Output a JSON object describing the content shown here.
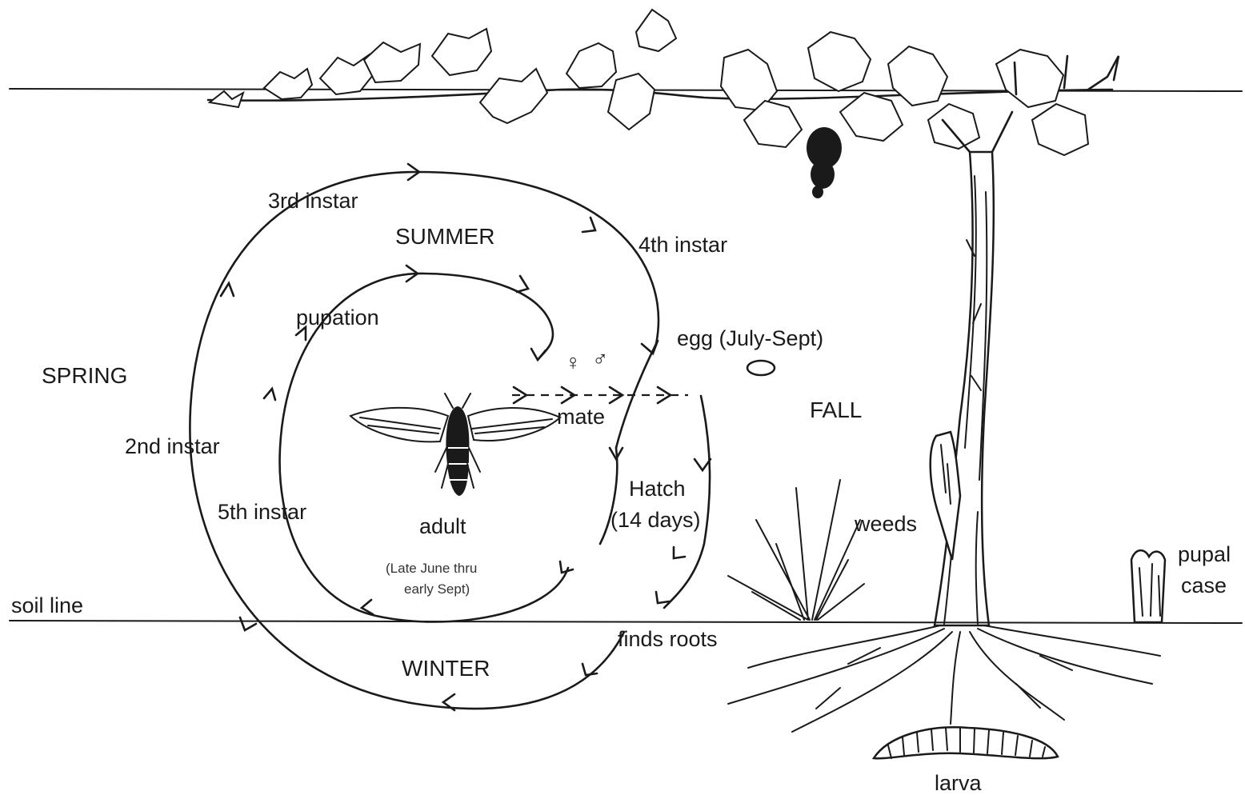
{
  "labels": {
    "third_instar": "3rd instar",
    "summer": "SUMMER",
    "fourth_instar": "4th instar",
    "pupation": "pupation",
    "egg": "egg (July-Sept)",
    "spring": "SPRING",
    "female_symbol": "♀",
    "male_symbol": "♂",
    "mate": "mate",
    "fall": "FALL",
    "second_instar": "2nd instar",
    "hatch": "Hatch",
    "hatch_days": "(14 days)",
    "fifth_instar": "5th instar",
    "adult": "adult",
    "weeds": "weeds",
    "adult_period_line1": "(Late June thru",
    "adult_period_line2": "early Sept)",
    "pupal": "pupal",
    "case": "case",
    "soil_line": "soil line",
    "finds_roots": "finds roots",
    "winter": "WINTER",
    "larva": "larva"
  },
  "colors": {
    "ink": "#1a1a1a",
    "background": "#ffffff"
  }
}
